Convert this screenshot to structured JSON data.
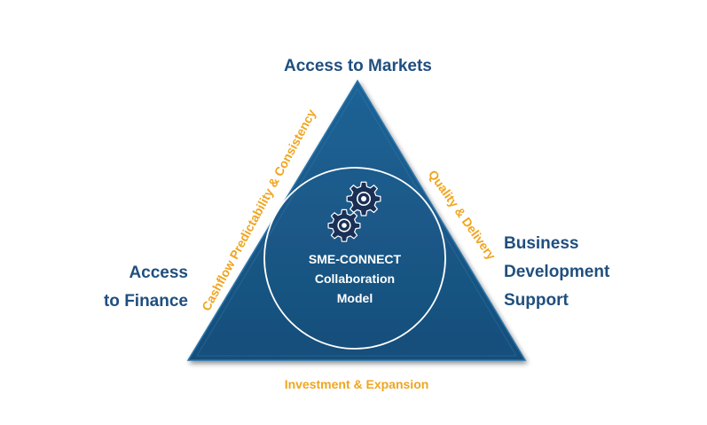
{
  "colors": {
    "triangle_fill": "#1d5c8a",
    "triangle_shadow": "#0c2d48",
    "vertex_label": "#1f4f7f",
    "edge_label": "#f0a51e",
    "center_text": "#ffffff",
    "circle_stroke": "#ffffff",
    "gear_fill": "#1a2f55",
    "gear_stroke": "#ffffff"
  },
  "vertices": {
    "top": [
      "Access to Markets"
    ],
    "left": [
      "Access",
      "to Finance"
    ],
    "right": [
      "Business",
      "Development",
      "Support"
    ]
  },
  "edges": {
    "left": "Cashflow Predictability & Consistency",
    "right": "Quality & Delivery",
    "bottom": "Investment & Expansion"
  },
  "center": {
    "lines": [
      "SME-CONNECT",
      "Collaboration",
      "Model"
    ],
    "icon": "gears-icon"
  }
}
